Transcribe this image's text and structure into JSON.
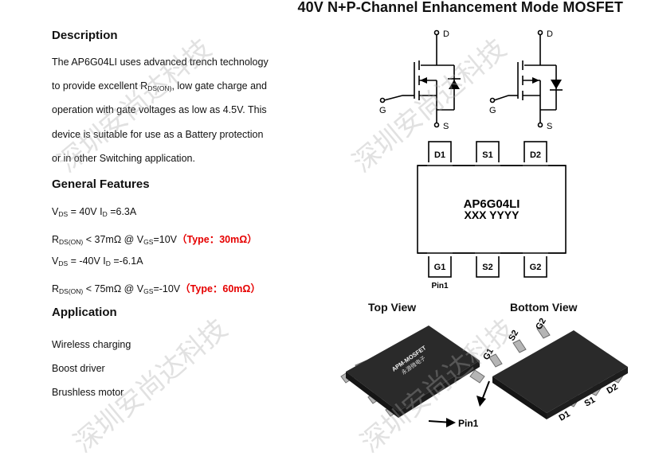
{
  "title": "40V N+P-Channel Enhancement Mode MOSFET",
  "description": {
    "heading": "Description",
    "lines": [
      "The AP6G04LI uses advanced trench technology",
      "to provide excellent R",
      "DS(ON)",
      ", low gate charge and",
      "operation with gate voltages as low as 4.5V. This",
      "device is suitable for use as a Battery protection",
      "or in other Switching application."
    ]
  },
  "features": {
    "heading": "General Features",
    "f1": {
      "v": "V",
      "vsub": "DS",
      "a": " = 40V  I",
      "asub": "D",
      "b": " =6.3A"
    },
    "f2": {
      "r": "R",
      "rsub": "DS(ON)",
      "a": " < 37mΩ @ V",
      "asub": "GS",
      "b": "=10V",
      "typ": "（Type：30mΩ）"
    },
    "f3": {
      "v": "V",
      "vsub": "DS",
      "a": " = -40V  I",
      "asub": "D",
      "b": " =-6.1A"
    },
    "f4": {
      "r": "R",
      "rsub": "DS(ON)",
      "a": " < 75mΩ @ V",
      "asub": "GS",
      "b": "=-10V",
      "typ": "（Type：60mΩ）"
    }
  },
  "application": {
    "heading": "Application",
    "items": [
      "Wireless charging",
      "Boost driver",
      "Brushless motor"
    ]
  },
  "schematic": {
    "d": "D",
    "g": "G",
    "s": "S"
  },
  "package": {
    "top_pins": [
      "D1",
      "S1",
      "D2"
    ],
    "bottom_pins": [
      "G1",
      "S2",
      "G2"
    ],
    "part": "AP6G04LI",
    "code": "XXX YYYY",
    "pin1": "Pin1"
  },
  "views": {
    "top": "Top View",
    "bottom": "Bottom View",
    "chip_brand": "APM-MOSFET",
    "chip_cn": "永源微电子",
    "pin1": "Pin1",
    "bottom_pins": [
      "G1",
      "S2",
      "G2",
      "D2",
      "S1",
      "D1"
    ]
  },
  "watermark": "深圳安尚达科技"
}
